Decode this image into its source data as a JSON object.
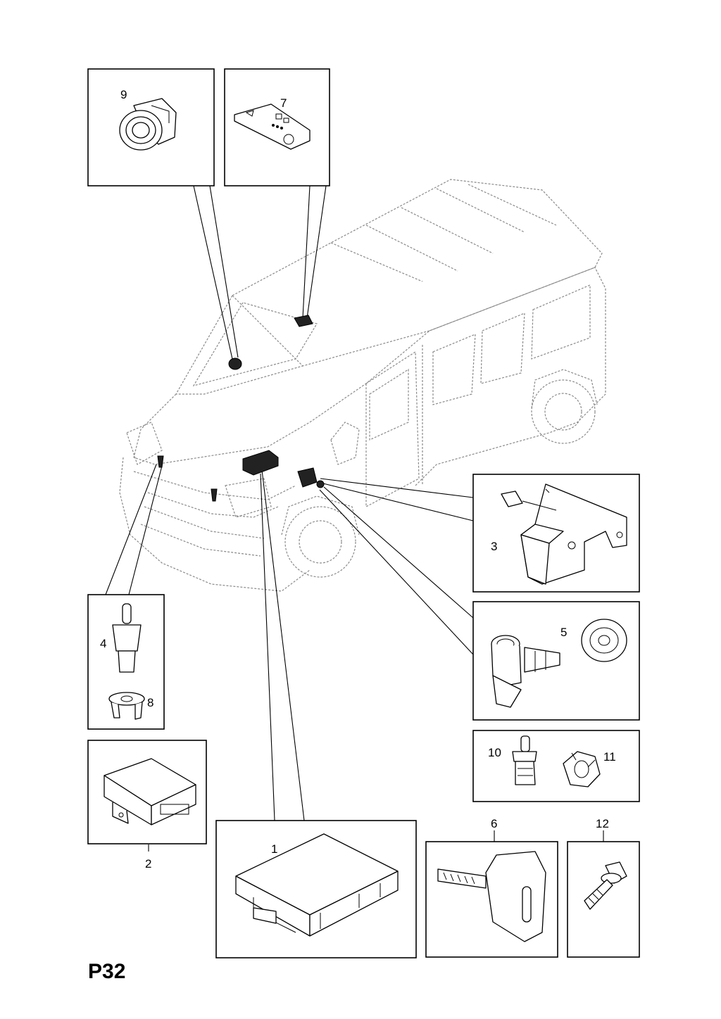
{
  "page_code": "P32",
  "callouts": {
    "c1": "1",
    "c2": "2",
    "c3": "3",
    "c4": "4",
    "c5": "5",
    "c6": "6",
    "c7": "7",
    "c8": "8",
    "c9": "9",
    "c10": "10",
    "c11": "11",
    "c12": "12"
  }
}
